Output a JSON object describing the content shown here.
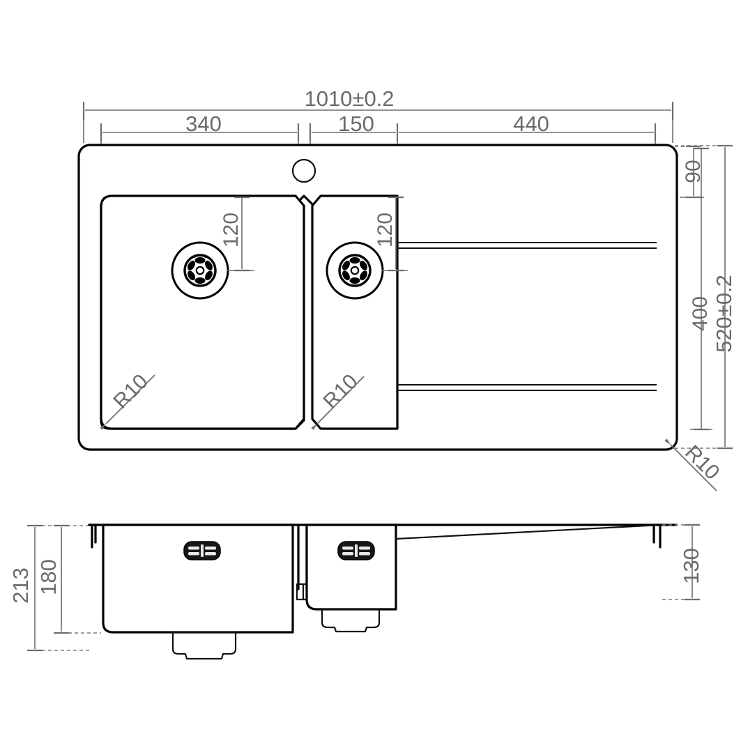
{
  "drawing": {
    "title": "Kitchen sink technical drawing",
    "views": {
      "plan": "top plan view",
      "section": "front section view"
    }
  },
  "dimensions": {
    "overall_width": "1010±0.2",
    "bowl1_width": "340",
    "bowl2_width": "150",
    "drainer_width": "440",
    "overall_depth": "520±0.2",
    "rim_top_offset": "90",
    "bowl_depth_plan": "400",
    "drain_offset_bowl1": "120",
    "drain_offset_bowl2": "120",
    "corner_radius_bowl1": "R10",
    "corner_radius_bowl2": "R10",
    "corner_radius_body": "R10",
    "section_overall_height": "213",
    "section_bowl_height": "180",
    "section_drainer_height": "130"
  },
  "features": {
    "tap_hole": "tap-hole",
    "bowl1": "large-bowl",
    "bowl2": "small-bowl",
    "drainer": "drainer-board",
    "drain1": "drain-grate-bowl1",
    "drain2": "drain-grate-bowl2",
    "overflow1": "overflow-bowl1",
    "overflow2": "overflow-bowl2",
    "waste_boss1": "waste-outlet-bowl1",
    "waste_boss2": "waste-outlet-bowl2"
  },
  "colors": {
    "outline": "#000000",
    "dimension": "#6a6a6a",
    "background": "#ffffff"
  }
}
